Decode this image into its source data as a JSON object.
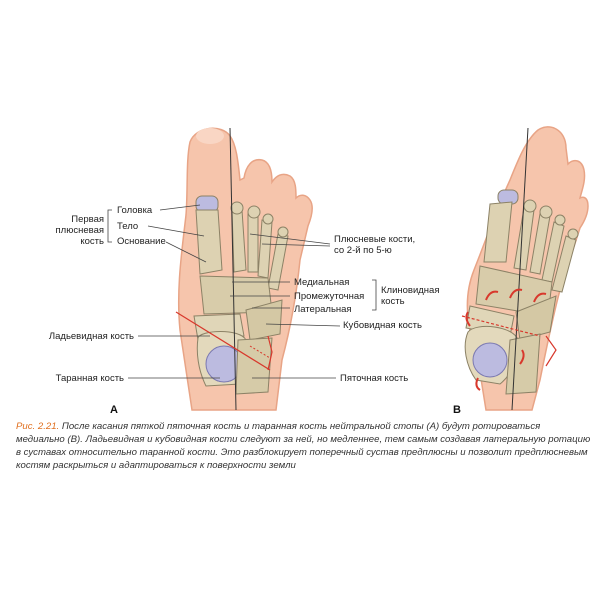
{
  "panels": {
    "a": "A",
    "b": "B"
  },
  "labels": {
    "first_metatarsal": "Первая\nплюсневая кость",
    "head": "Головка",
    "body": "Тело",
    "base": "Основание",
    "metatarsals_2_5": "Плюсневые кости,\nсо 2-й по 5-ю",
    "medial": "Медиальная",
    "intermediate": "Промежуточная",
    "lateral": "Латеральная",
    "cuneiform": "Клиновидная\nкость",
    "navicular": "Ладьевидная кость",
    "cuboid": "Кубовидная кость",
    "talus": "Таранная кость",
    "calcaneus": "Пяточная кость"
  },
  "caption": {
    "fig": "Рис. 2.21.",
    "text": "После касания пяткой пяточная кость и таранная кость нейтральной стопы (A) будут ротироваться медиально (B). Ладьевидная и кубовидная кости следуют за ней, но медленнее, тем самым создавая латеральную ротацию в суставах относительно таранной кости. Это разблокирует поперечный сустав предплюсны и позволит предплюсневым костям раскрыться и адаптироваться к поверхности земли"
  },
  "colors": {
    "skin": "#f6c5ac",
    "skin_edge": "#e8a486",
    "bone": "#ddd2b2",
    "bone_edge": "#8c8266",
    "talus_purple": "#bcbbe0",
    "arrow_red": "#d8382c"
  }
}
